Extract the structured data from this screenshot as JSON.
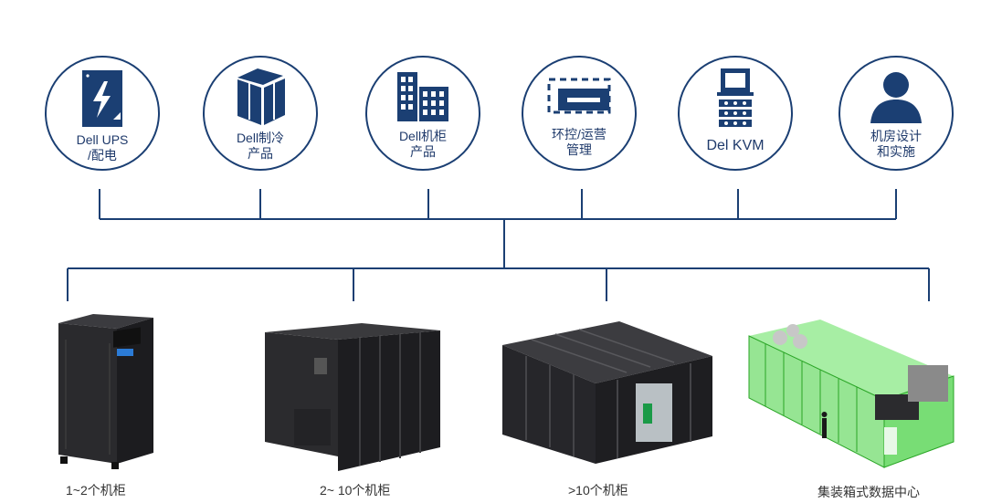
{
  "categories": [
    {
      "line1": "Dell UPS",
      "line2": "/配电",
      "icon": "ups-battery-icon"
    },
    {
      "line1": "Dell制冷",
      "line2": "产品",
      "icon": "cooling-box-icon"
    },
    {
      "line1": "Dell机柜",
      "line2": "产品",
      "icon": "cabinet-building-icon"
    },
    {
      "line1": "环控/运营",
      "line2": "管理",
      "icon": "monitoring-screen-icon"
    },
    {
      "line1": "Del KVM",
      "line2": "",
      "icon": "kvm-rack-icon"
    },
    {
      "line1": "机房设计",
      "line2": "和实施",
      "icon": "person-icon"
    }
  ],
  "products": [
    {
      "caption": "1~2个机柜",
      "icon": "single-rack-cabinet-image"
    },
    {
      "caption": "2~ 10个机柜",
      "icon": "multi-rack-row-image"
    },
    {
      "caption": ">10个机柜",
      "icon": "contained-aisle-image"
    },
    {
      "caption": "集装箱式数据中心",
      "icon": "container-datacenter-image"
    }
  ],
  "colors": {
    "navy": "#1b3f73",
    "container_green": "#3fcf3a"
  }
}
